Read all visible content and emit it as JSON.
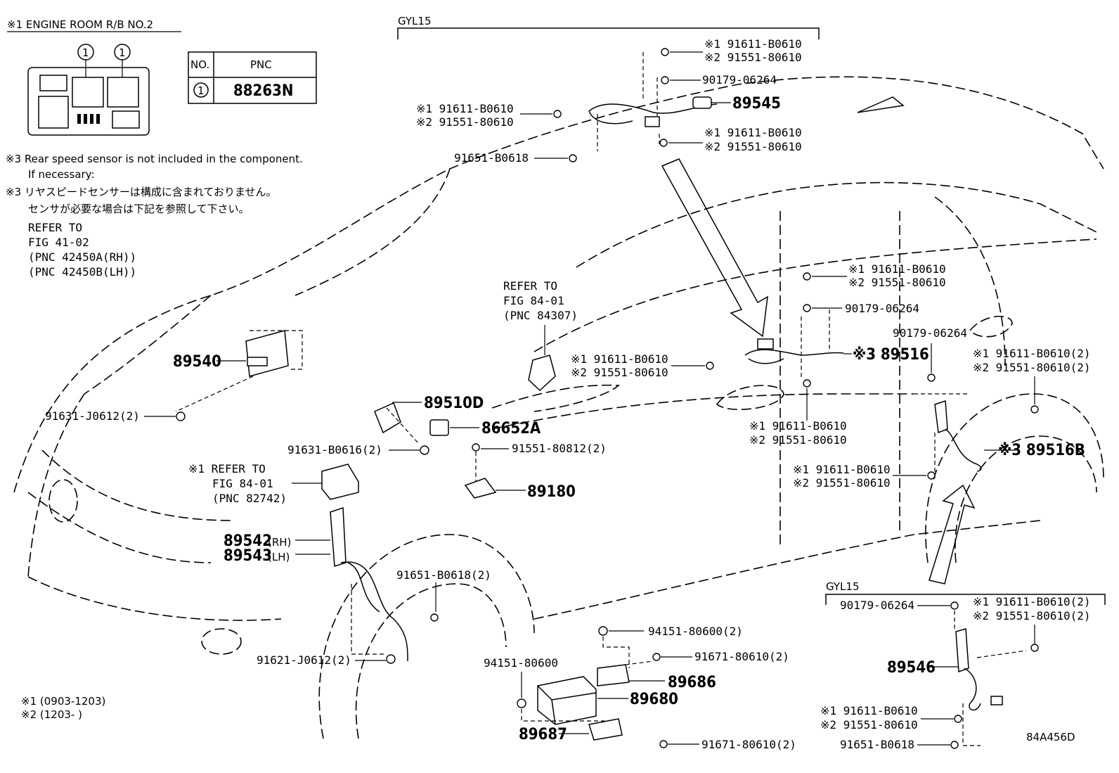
{
  "legend": {
    "engine_room": "※1 ENGINE ROOM R/B NO.2",
    "relay_callout_1": "1",
    "relay_callout_2": "1"
  },
  "pnc_table": {
    "header_no": "NO.",
    "header_pnc": "PNC",
    "row_no": "1",
    "row_pnc": "88263N"
  },
  "notes": {
    "en_line1": "※3 Rear speed sensor is not included in the component.",
    "en_line2": "If necessary:",
    "jp_line1": "※3 リヤスピードセンサーは構成に含まれておりません。",
    "jp_line2": "センサが必要な場合は下記を参照して下さい。",
    "refer_1": "REFER TO",
    "refer_2": "FIG 41-02",
    "refer_3": "(PNC 42450A(RH))",
    "refer_4": "(PNC 42450B(LH))"
  },
  "refer_8401_top": [
    "REFER TO",
    "FIG 84-01",
    "(PNC 84307)"
  ],
  "refer_8401_left": [
    "※1 REFER TO",
    "FIG 84-01",
    "(PNC 82742)"
  ],
  "gyl_top": "GYL15",
  "gyl_bottom": "GYL15",
  "parts": {
    "p89545": "89545",
    "p89540": "89540",
    "p89510D": "89510D",
    "p86652A": "86652A",
    "p89180": "89180",
    "p89542": "89542",
    "p89542_side": "(RH)",
    "p89543": "89543",
    "p89543_side": "(LH)",
    "p89516": "※3 89516",
    "p89516B": "※3 89516B",
    "p89546": "89546",
    "p89686": "89686",
    "p89680": "89680",
    "p89687": "89687"
  },
  "labels": {
    "t1a": "※1 91611-B0610",
    "t1b": "※2 91551-80610",
    "t2": "90179-06264",
    "t3a": "※1 91611-B0610",
    "t3b": "※2 91551-80610",
    "t4a": "※1 91611-B0610",
    "t4b": "※2 91551-80610",
    "t5": "91651-B0618",
    "m1a": "※1 91611-B0610",
    "m1b": "※2 91551-80610",
    "m2": "90179-06264",
    "m3a": "※1 91611-B0610",
    "m3b": "※2 91551-80610",
    "m4": "90179-06264",
    "m5a": "※1 91611-B0610(2)",
    "m5b": "※2 91551-80610(2)",
    "m6a": "※1 91611-B0610",
    "m6b": "※2 91551-80610",
    "m7a": "※1 91611-B0610",
    "m7b": "※2 91551-80610",
    "l1": "91631-J0612(2)",
    "l2": "91631-B0616(2)",
    "l3": "91551-80812(2)",
    "l4": "91651-B0618(2)",
    "l5": "91621-J0612(2)",
    "b1": "94151-80600(2)",
    "b2": "91671-80610(2)",
    "b3": "94151-80600",
    "b4": "91671-80610(2)",
    "r1": "90179-06264",
    "r2a": "※1 91611-B0610(2)",
    "r2b": "※2 91551-80610(2)",
    "r3a": "※1 91611-B0610",
    "r3b": "※2 91551-80610",
    "r4": "91651-B0618"
  },
  "footnotes": {
    "f1": "※1 (0903-1203)",
    "f2": "※2 (1203-        )"
  },
  "figure_id": "84A456D"
}
